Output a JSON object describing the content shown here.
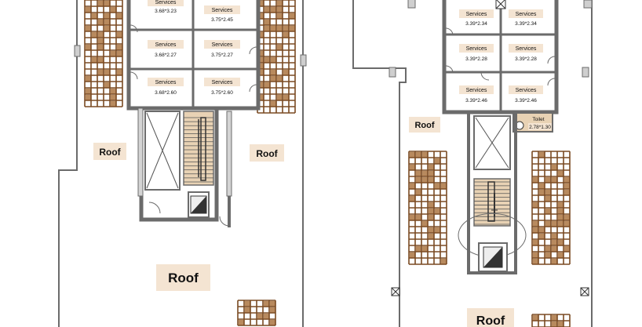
{
  "left_plan": {
    "rooms": [
      {
        "name": "Services",
        "dims": "3.68*3.23"
      },
      {
        "name": "Services",
        "dims": "3.75*2.45"
      },
      {
        "name": "Services",
        "dims": "3.68*2.27"
      },
      {
        "name": "Services",
        "dims": "3.75*2.27"
      },
      {
        "name": "Services",
        "dims": "3.68*2.60"
      },
      {
        "name": "Services",
        "dims": "3.75*2.60"
      }
    ],
    "roof_labels": [
      "Roof",
      "Roof",
      "Roof"
    ]
  },
  "right_plan": {
    "rooms": [
      {
        "name": "Services",
        "dims": "3.39*2.34"
      },
      {
        "name": "Services",
        "dims": "3.39*2.34"
      },
      {
        "name": "Services",
        "dims": "3.39*2.28"
      },
      {
        "name": "Services",
        "dims": "3.39*2.28"
      },
      {
        "name": "Services",
        "dims": "3.39*2.46"
      },
      {
        "name": "Services",
        "dims": "3.39*2.46"
      }
    ],
    "toilet": {
      "name": "Toilet",
      "dims": "2.78*1.30"
    },
    "roof_labels": [
      "Roof",
      "Roof"
    ]
  },
  "colors": {
    "wall": "#6b6b6b",
    "wall_fill": "#d4d4d4",
    "label_bg": "#f4e4d2",
    "pergola": "#7a4a22",
    "pergola_fill": "#b88a5e",
    "stair_floor": "#e8d2b4"
  }
}
